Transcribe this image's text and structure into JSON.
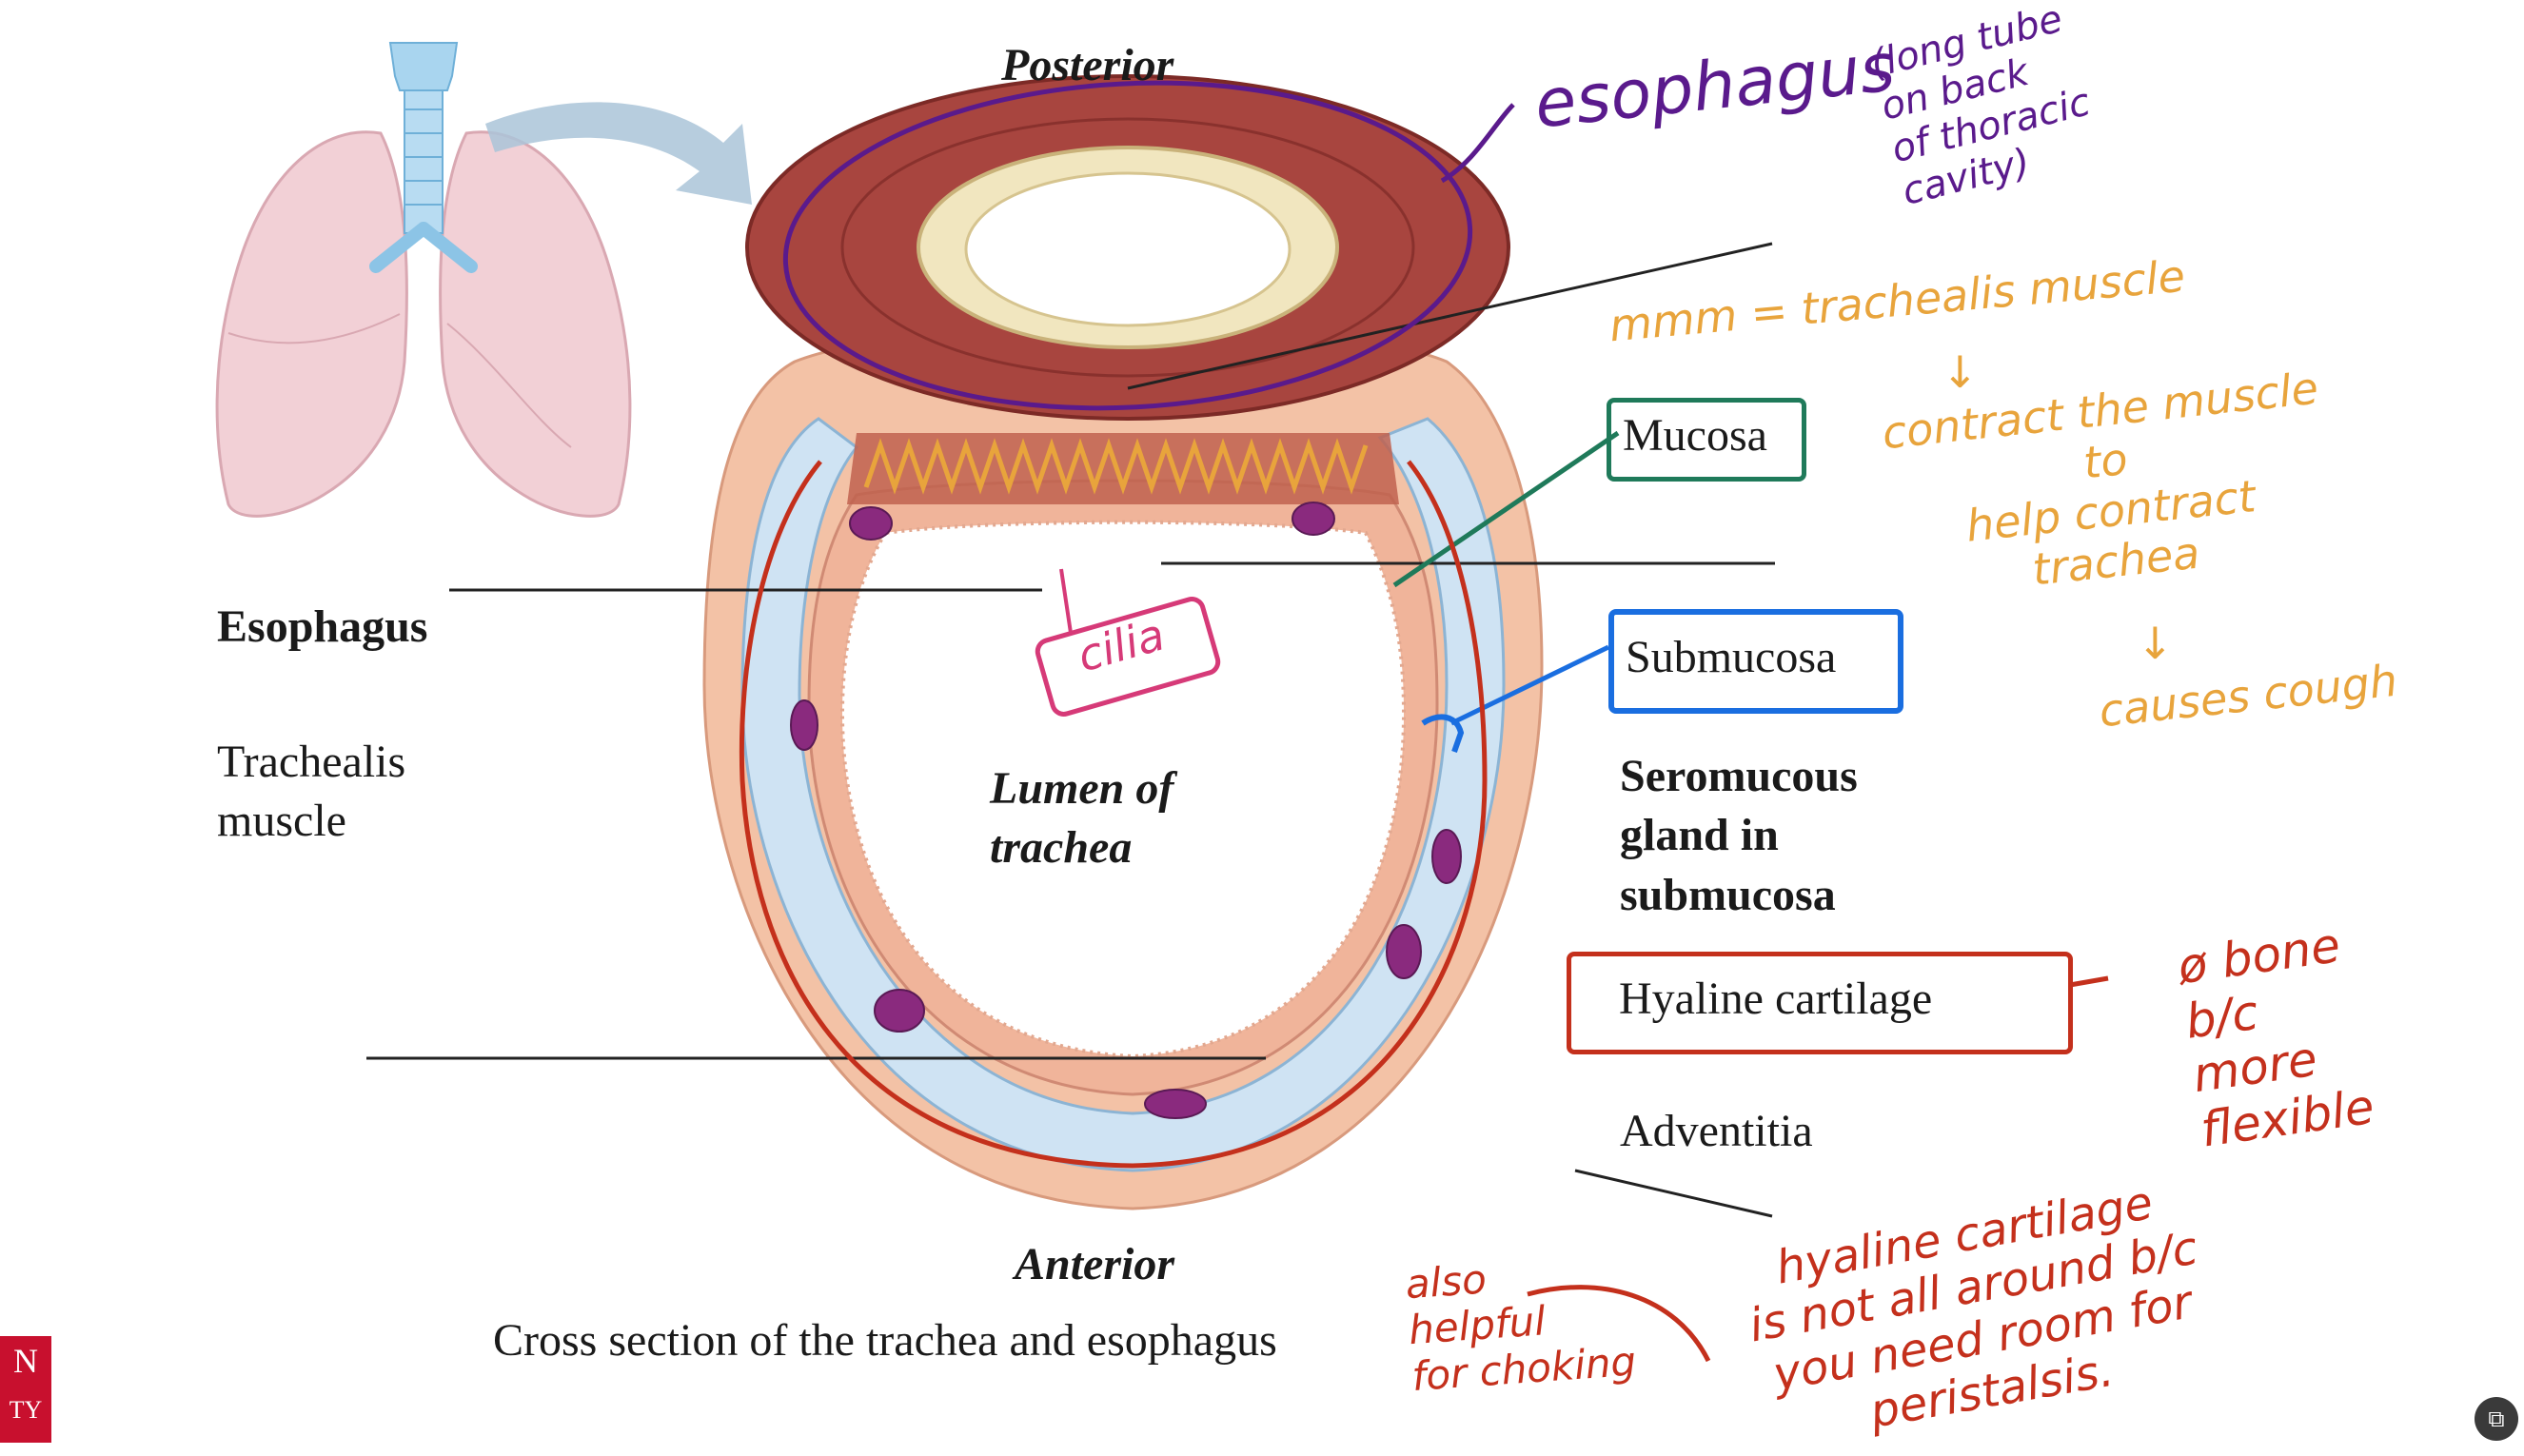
{
  "labels": {
    "posterior": "Posterior",
    "anterior": "Anterior",
    "esophagus": "Esophagus",
    "trachealis": "Trachealis muscle",
    "mucosa": "Mucosa",
    "submucosa": "Submucosa",
    "seromucous": "Seromucous gland in submucosa",
    "hyaline": "Hyaline cartilage",
    "adventitia": "Adventitia",
    "lumen": "Lumen of trachea",
    "caption": "Cross section of the trachea and esophagus"
  },
  "annotations": {
    "esophagus_note": "esophagus",
    "tube_note": "(long tube\non back\nof thoracic\ncavity)",
    "trachealis_note": "mmm = trachealis muscle",
    "contract_note": "contract the muscle\nto\nhelp contract\ntrachea",
    "cough_note": "causes cough",
    "cilia_note": "cilia",
    "bone_note": "ø bone\nb/c\nmore\nflexible",
    "choking_note": "also\nhelpful\nfor choking",
    "hyaline_note": "hyaline cartilage\nis not all around b/c\nyou need room for\nperistalsis."
  },
  "arrows": {
    "down": "↓"
  },
  "colors": {
    "purple": "#5a1a8c",
    "orange": "#e8a43c",
    "red": "#c4301c",
    "green": "#1f7a5a",
    "blue": "#1a6ee0",
    "pink": "#d63a78",
    "muscle": "#a8453f",
    "cartilage": "#cfe3f3",
    "mucosa": "#f0b49a",
    "gland": "#8a2a7e"
  },
  "logo": {
    "line1": "N",
    "line2": "TY"
  },
  "icons": {
    "corner_button": "expand-icon"
  }
}
